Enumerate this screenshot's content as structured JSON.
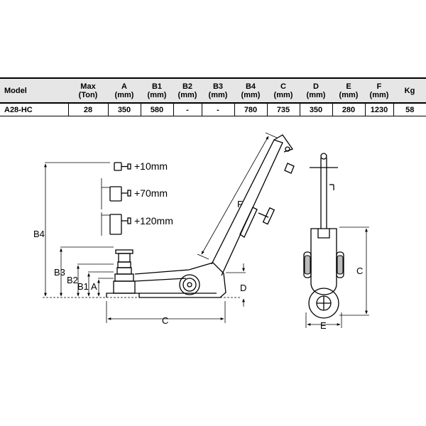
{
  "table": {
    "headers": [
      {
        "key": "model",
        "label": "Model",
        "unit": ""
      },
      {
        "key": "max",
        "label": "Max",
        "unit": "(Ton)"
      },
      {
        "key": "a",
        "label": "A",
        "unit": "(mm)"
      },
      {
        "key": "b1",
        "label": "B1",
        "unit": "(mm)"
      },
      {
        "key": "b2",
        "label": "B2",
        "unit": "(mm)"
      },
      {
        "key": "b3",
        "label": "B3",
        "unit": "(mm)"
      },
      {
        "key": "b4",
        "label": "B4",
        "unit": "(mm)"
      },
      {
        "key": "c",
        "label": "C",
        "unit": "(mm)"
      },
      {
        "key": "d",
        "label": "D",
        "unit": "(mm)"
      },
      {
        "key": "e",
        "label": "E",
        "unit": "(mm)"
      },
      {
        "key": "f",
        "label": "F",
        "unit": "(mm)"
      },
      {
        "key": "kg",
        "label": "Kg",
        "unit": ""
      }
    ],
    "rows": [
      [
        "A28-HC",
        "28",
        "350",
        "580",
        "-",
        "-",
        "780",
        "735",
        "350",
        "280",
        "1230",
        "58"
      ]
    ]
  },
  "extensions": {
    "small": "+10mm",
    "medium": "+70mm",
    "large": "+120mm"
  },
  "dimensions": {
    "b4": "B4",
    "b3": "B3",
    "b2": "B2",
    "b1": "B1",
    "a": "A",
    "c": "C",
    "d": "D",
    "f": "F",
    "e": "E",
    "c_front": "C"
  },
  "colors": {
    "line": "#000000",
    "header_bg": "#e6e6e6",
    "wheel_fill": "#bbbbbb"
  }
}
